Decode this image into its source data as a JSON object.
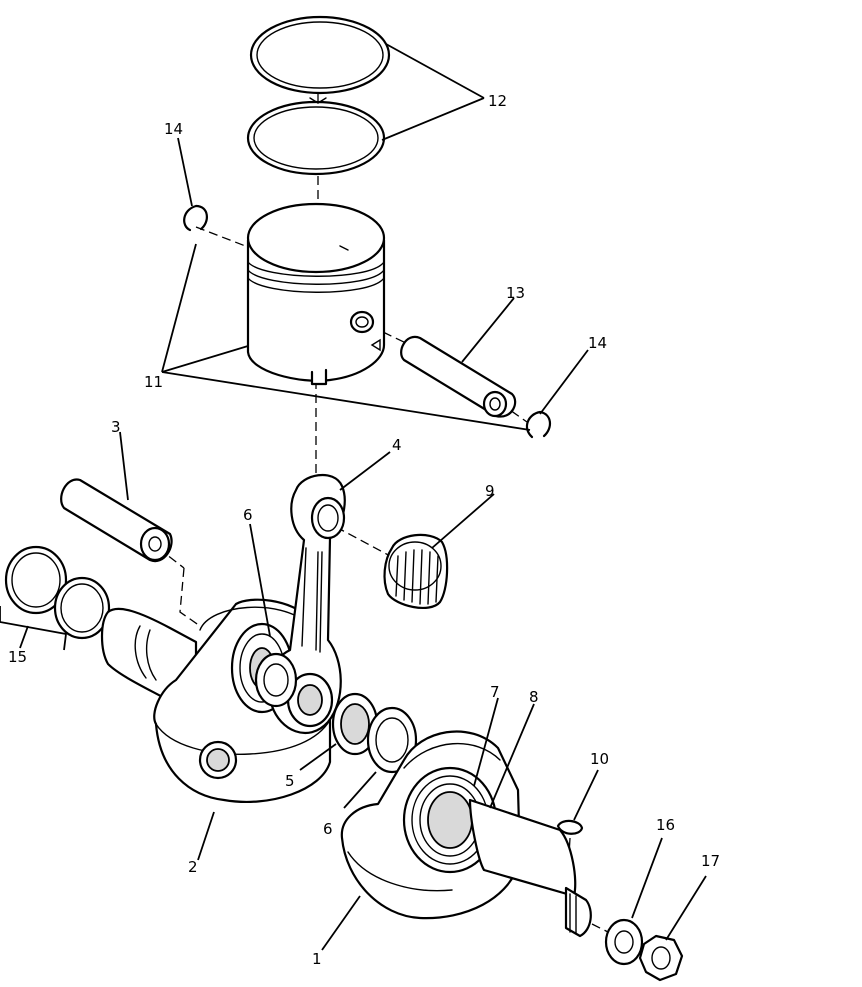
{
  "diagram": {
    "callouts": {
      "n1": "1",
      "n2": "2",
      "n3": "3",
      "n4": "4",
      "n5": "5",
      "n6a": "6",
      "n6b": "6",
      "n7": "7",
      "n8": "8",
      "n9": "9",
      "n10": "10",
      "n11": "11",
      "n12": "12",
      "n13": "13",
      "n14a": "14",
      "n14b": "14",
      "n15": "15",
      "n16": "16",
      "n17": "17"
    }
  }
}
